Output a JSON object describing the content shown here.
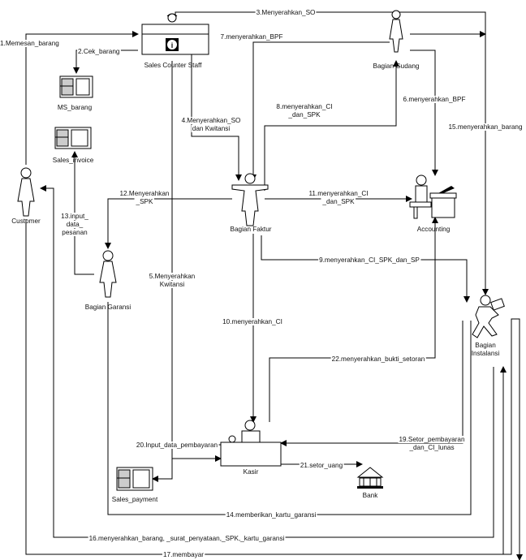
{
  "actors": {
    "customer": "Customer",
    "sales_counter": "Sales Counter Staff",
    "gudang": "Bagian Gudang",
    "kasir_faktur": "Bagian Faktur",
    "accounting": "Accounting",
    "garansi": "Bagian Garansi",
    "instalasi_1": "Bagian",
    "instalasi_2": "Instalansi",
    "kasir": "Kasir",
    "bank": "Bank"
  },
  "datastores": {
    "ms_barang": "MS_barang",
    "sales_invoice": "Sales_invoice",
    "sales_payment": "Sales_payment"
  },
  "flows": {
    "f1": "1.Memesan_barang",
    "f2": "2.Cek_barang",
    "f3": "3.Menyerahkan_SO",
    "f4a": "4.Menyerahkan_SO",
    "f4b": "dan Kwitansi",
    "f5a": "5.Menyerahkan",
    "f5b": "Kwitansi",
    "f6": "6.menyerahkan_BPF",
    "f7": "7.menyerahkan_BPF",
    "f8a": "8.menyerahkan_CI",
    "f8b": "_dan_SPK",
    "f9": "9.menyerahkan_CI_SPK_dan_SP",
    "f10": "10.menyerahkan_CI",
    "f11a": "11.menyerahkan_CI",
    "f11b": "_dan_SPK",
    "f12a": "12.Menyerahkan",
    "f12b": "_SPK",
    "f13a": "13.input_",
    "f13b": "data_",
    "f13c": "pesanan",
    "f14": "14.memberikan_kartu_garansi",
    "f15": "15.menyerahkan_barang",
    "f16": "16.menyerahkan_barang, _surat_penyataan,_SPK,_kartu_garansi",
    "f17": "17.membayar",
    "f19a": "19.Setor_pembayaran",
    "f19b": "_dan_CI_lunas",
    "f20": "20.Input_data_pembayaran",
    "f21": "21.setor_uang",
    "f22": "22.menyerahkan_bukti_setoran"
  }
}
